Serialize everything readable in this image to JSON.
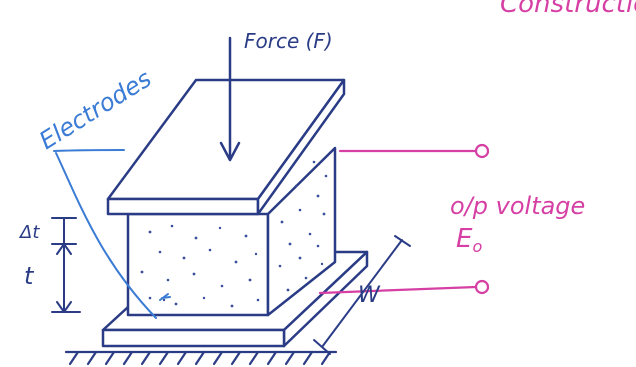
{
  "labels": {
    "top_cut": "Constructio",
    "force": "Force (F)",
    "electrodes": "Electrodes",
    "output": "o/p voltage",
    "output_symbol": "E",
    "output_subscript": "o",
    "delta_t": "Δt",
    "t": "t",
    "w": "W"
  },
  "colors": {
    "ink": "#2b3c86",
    "blue": "#3a7bd5",
    "pink": "#d63fa4",
    "dots": "#3a4f9a"
  }
}
